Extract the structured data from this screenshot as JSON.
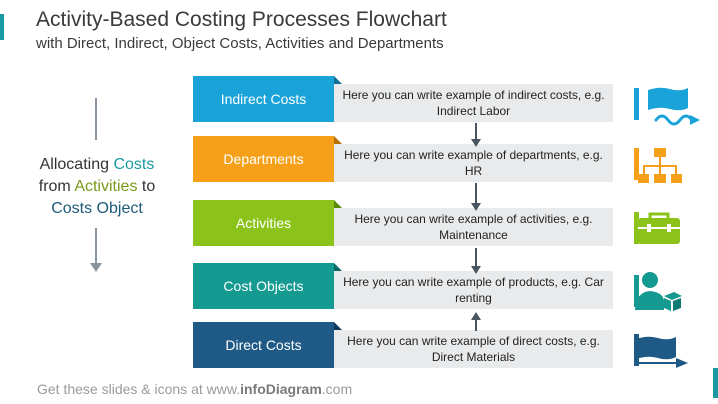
{
  "header": {
    "title": "Activity-Based Costing Processes Flowchart",
    "subtitle": "with Direct, Indirect, Object Costs, Activities and Departments"
  },
  "side": {
    "line1_pre": "Allocating ",
    "line1_accent": "Costs",
    "line2_pre": "from ",
    "line2_accent": "Activities",
    "line2_post": " to",
    "line3_accent": "Costs Object"
  },
  "rows": [
    {
      "label": "Indirect Costs",
      "text": "Here you can write example of indirect costs, e.g. Indirect Labor",
      "color": "#1aa3d9",
      "fold_color": "#0f6f94",
      "icon": "flag-wave-icon"
    },
    {
      "label": "Departments",
      "text": "Here you can write example of departments, e.g. HR",
      "color": "#f6a01a",
      "fold_color": "#b56f05",
      "icon": "org-chart-icon"
    },
    {
      "label": "Activities",
      "text": "Here you can write example of activities, e.g. Maintenance",
      "color": "#8cc31a",
      "fold_color": "#5c8a0c",
      "icon": "toolbox-icon"
    },
    {
      "label": "Cost Objects",
      "text": "Here you can write example of products, e.g. Car renting",
      "color": "#159a92",
      "fold_color": "#0b6a64",
      "icon": "person-box-icon"
    },
    {
      "label": "Direct Costs",
      "text": "Here you can write example of direct costs, e.g. Direct Materials",
      "color": "#1e5a85",
      "fold_color": "#10395a",
      "icon": "flag-arrow-icon"
    }
  ],
  "footer": {
    "pre": "Get these slides & icons at www.",
    "brand": "infoDiagram",
    "post": ".com"
  }
}
